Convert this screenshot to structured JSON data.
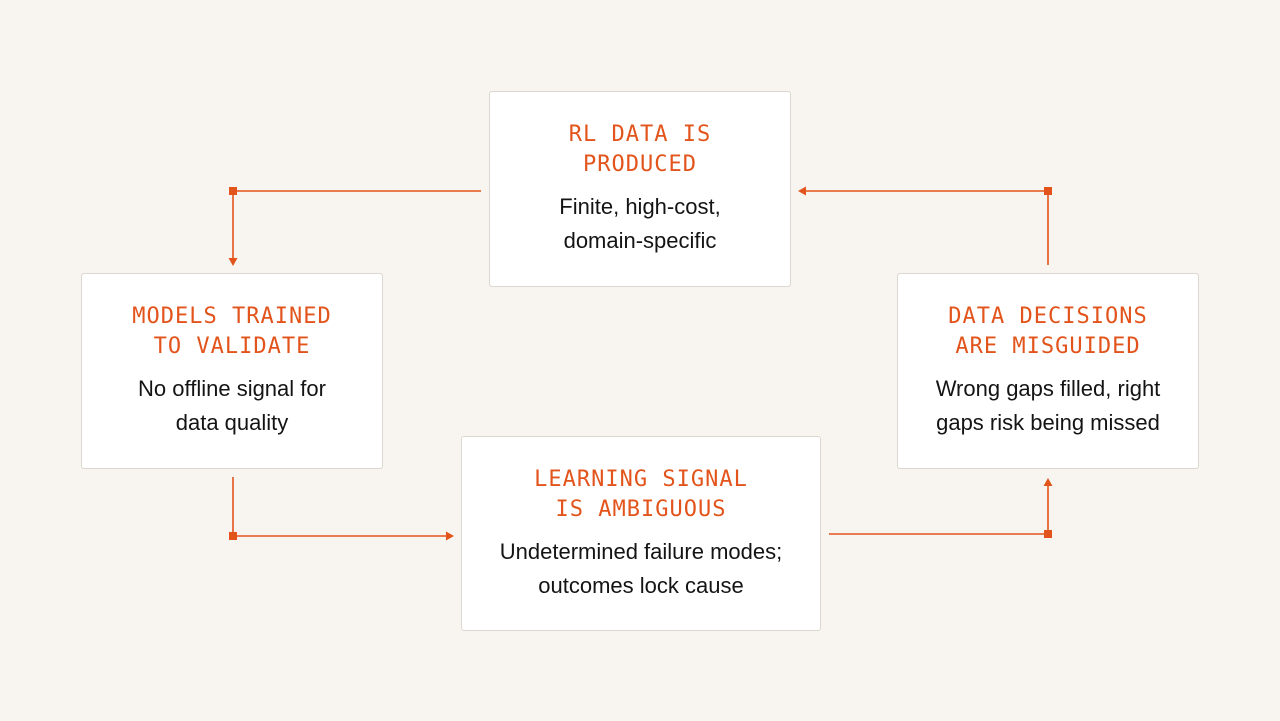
{
  "colors": {
    "accent": "#e2541b",
    "background": "#f8f5f1",
    "box_border": "#dcd8cf",
    "text": "#141414"
  },
  "nodes": {
    "produced": {
      "title": "RL DATA IS\nPRODUCED",
      "description": "Finite, high-cost,\ndomain-specific"
    },
    "trained": {
      "title": "MODELS TRAINED\nTO VALIDATE",
      "description": "No offline signal for\ndata quality"
    },
    "ambiguous": {
      "title": "LEARNING SIGNAL\nIS AMBIGUOUS",
      "description": "Undetermined failure modes;\noutcomes lock cause"
    },
    "misguided": {
      "title": "DATA DECISIONS\nARE MISGUIDED",
      "description": "Wrong gaps filled, right\ngaps risk being missed"
    }
  }
}
